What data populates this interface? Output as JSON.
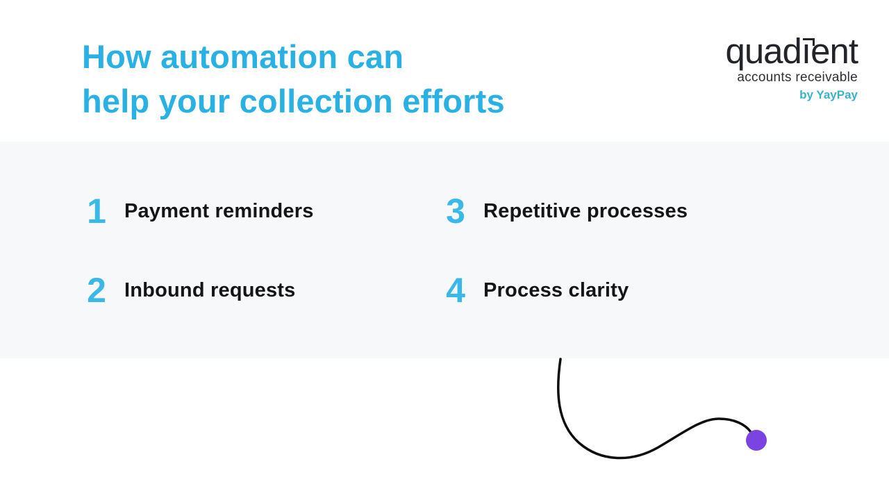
{
  "slide": {
    "title_line1": "How automation can",
    "title_line2": "help your collection efforts"
  },
  "logo": {
    "brand_start": "quad",
    "brand_i": "ı",
    "brand_end": "ent",
    "subtitle": "accounts receivable",
    "byline": "by YayPay"
  },
  "items": [
    {
      "number": "1",
      "label": "Payment reminders"
    },
    {
      "number": "2",
      "label": "Inbound requests"
    },
    {
      "number": "3",
      "label": "Repetitive processes"
    },
    {
      "number": "4",
      "label": "Process clarity"
    }
  ],
  "colors": {
    "title_accent": "#29b1e3",
    "number_accent": "#3ab9e8",
    "byline_teal": "#3ab2ca",
    "dot_purple": "#7b44e0",
    "band_gray": "#f7f8fa",
    "item_text": "#151515",
    "logo_dark": "#23232a",
    "curve_black": "#0e0e0e"
  }
}
